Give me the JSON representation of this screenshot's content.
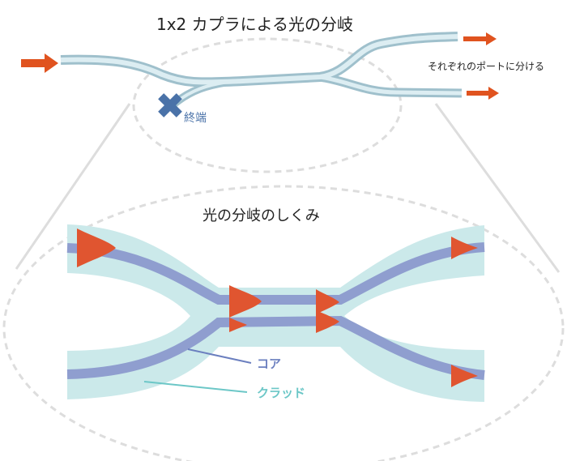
{
  "title": "1x2 カプラによる光の分岐",
  "output_label": "それぞれのポートに分ける",
  "termination_label": "終端",
  "detail_title": "光の分岐のしくみ",
  "core_label": "コア",
  "cladding_label": "クラッド",
  "colors": {
    "arrow": "#e0531f",
    "fiber": "#bcd9e2",
    "terminator": "#4a72a8",
    "cladding": "#cbe9ea",
    "core": "#8f9ecf",
    "pulse": "#e05530",
    "core_text": "#6b7fbf",
    "cladding_text": "#6cc7c7"
  }
}
